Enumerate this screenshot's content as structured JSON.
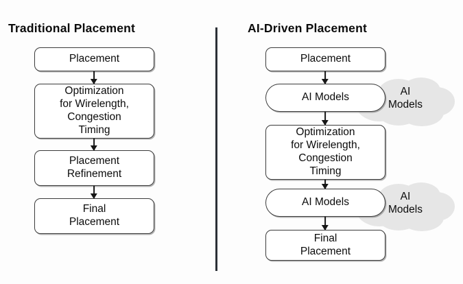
{
  "diagram": {
    "type": "flowchart",
    "background_color": "#fdfdfd",
    "divider_color": "#2b3036",
    "node_fill": "#ffffff",
    "node_stroke": "#3a3a3a",
    "cloud_fill": "#e6e6e6",
    "text_color": "#0b0b0b",
    "panels": [
      {
        "id": "traditional",
        "title": "Traditional Placement",
        "nodes": [
          {
            "id": "t1",
            "label": "Placement",
            "shape": "rounded-rect"
          },
          {
            "id": "t2",
            "label": "Optimization\nfor Wirelength,\nCongestion\nTiming",
            "shape": "rounded-rect"
          },
          {
            "id": "t3",
            "label": "Placement\nRefinement",
            "shape": "rounded-rect"
          },
          {
            "id": "t4",
            "label": "Final\nPlacement",
            "shape": "rounded-rect"
          }
        ],
        "edges": [
          {
            "from": "t1",
            "to": "t2"
          },
          {
            "from": "t2",
            "to": "t3"
          },
          {
            "from": "t3",
            "to": "t4"
          }
        ]
      },
      {
        "id": "ai-driven",
        "title": "AI-Driven Placement",
        "nodes": [
          {
            "id": "a1",
            "label": "Placement",
            "shape": "rounded-rect"
          },
          {
            "id": "a2",
            "label": "AI Models",
            "shape": "pill"
          },
          {
            "id": "a3",
            "label": "Optimization\nfor Wirelength,\nCongestion\nTiming",
            "shape": "rounded-rect"
          },
          {
            "id": "a4",
            "label": "AI Models",
            "shape": "pill"
          },
          {
            "id": "a5",
            "label": "Final\nPlacement",
            "shape": "rounded-rect"
          }
        ],
        "edges": [
          {
            "from": "a1",
            "to": "a2"
          },
          {
            "from": "a2",
            "to": "a3"
          },
          {
            "from": "a3",
            "to": "a4"
          },
          {
            "from": "a4",
            "to": "a5"
          }
        ],
        "callouts": [
          {
            "id": "c1",
            "label": "AI\nModels",
            "shape": "cloud",
            "attached_to": "a2"
          },
          {
            "id": "c2",
            "label": "AI\nModels",
            "shape": "cloud",
            "attached_to": "a4"
          }
        ]
      }
    ]
  }
}
